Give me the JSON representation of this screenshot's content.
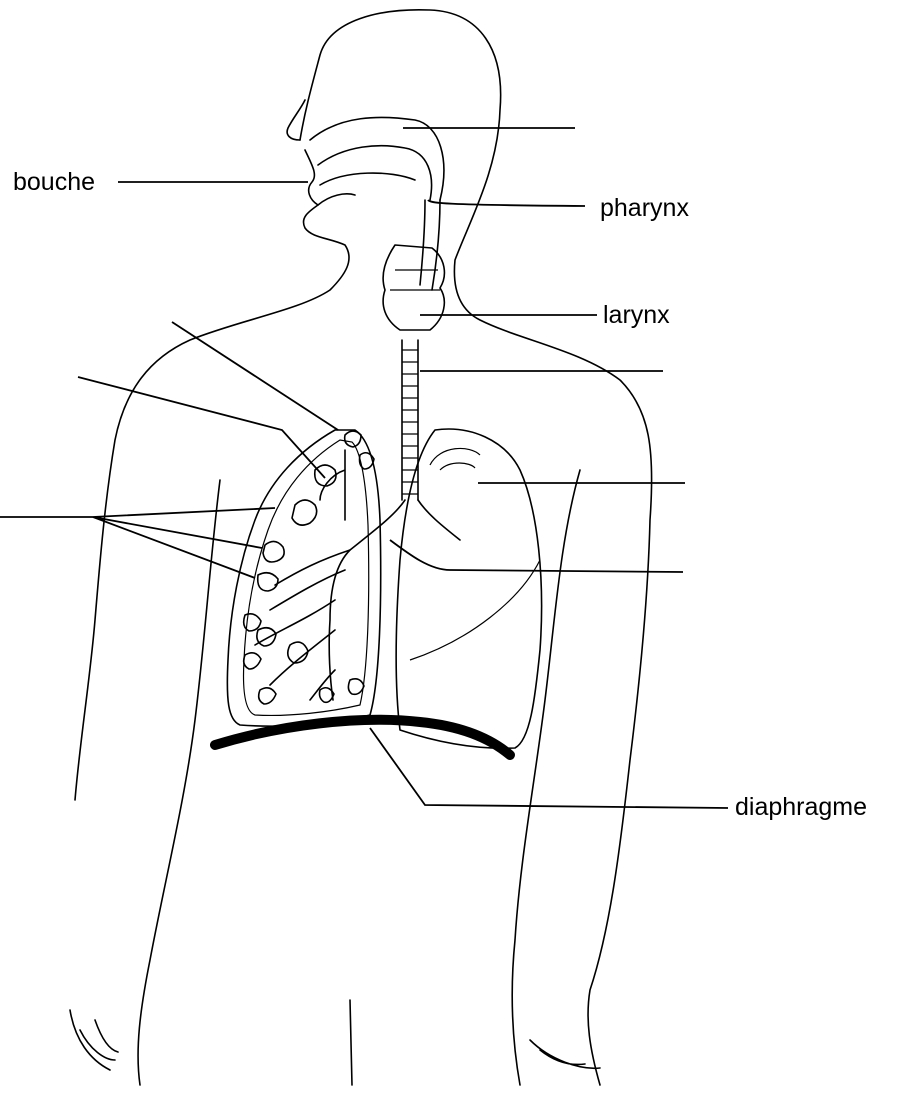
{
  "labels": {
    "bouche": "bouche",
    "pharynx": "pharynx",
    "larynx": "larynx",
    "diaphragme": "diaphragme"
  },
  "colors": {
    "ink": "#000000",
    "background": "#ffffff"
  }
}
